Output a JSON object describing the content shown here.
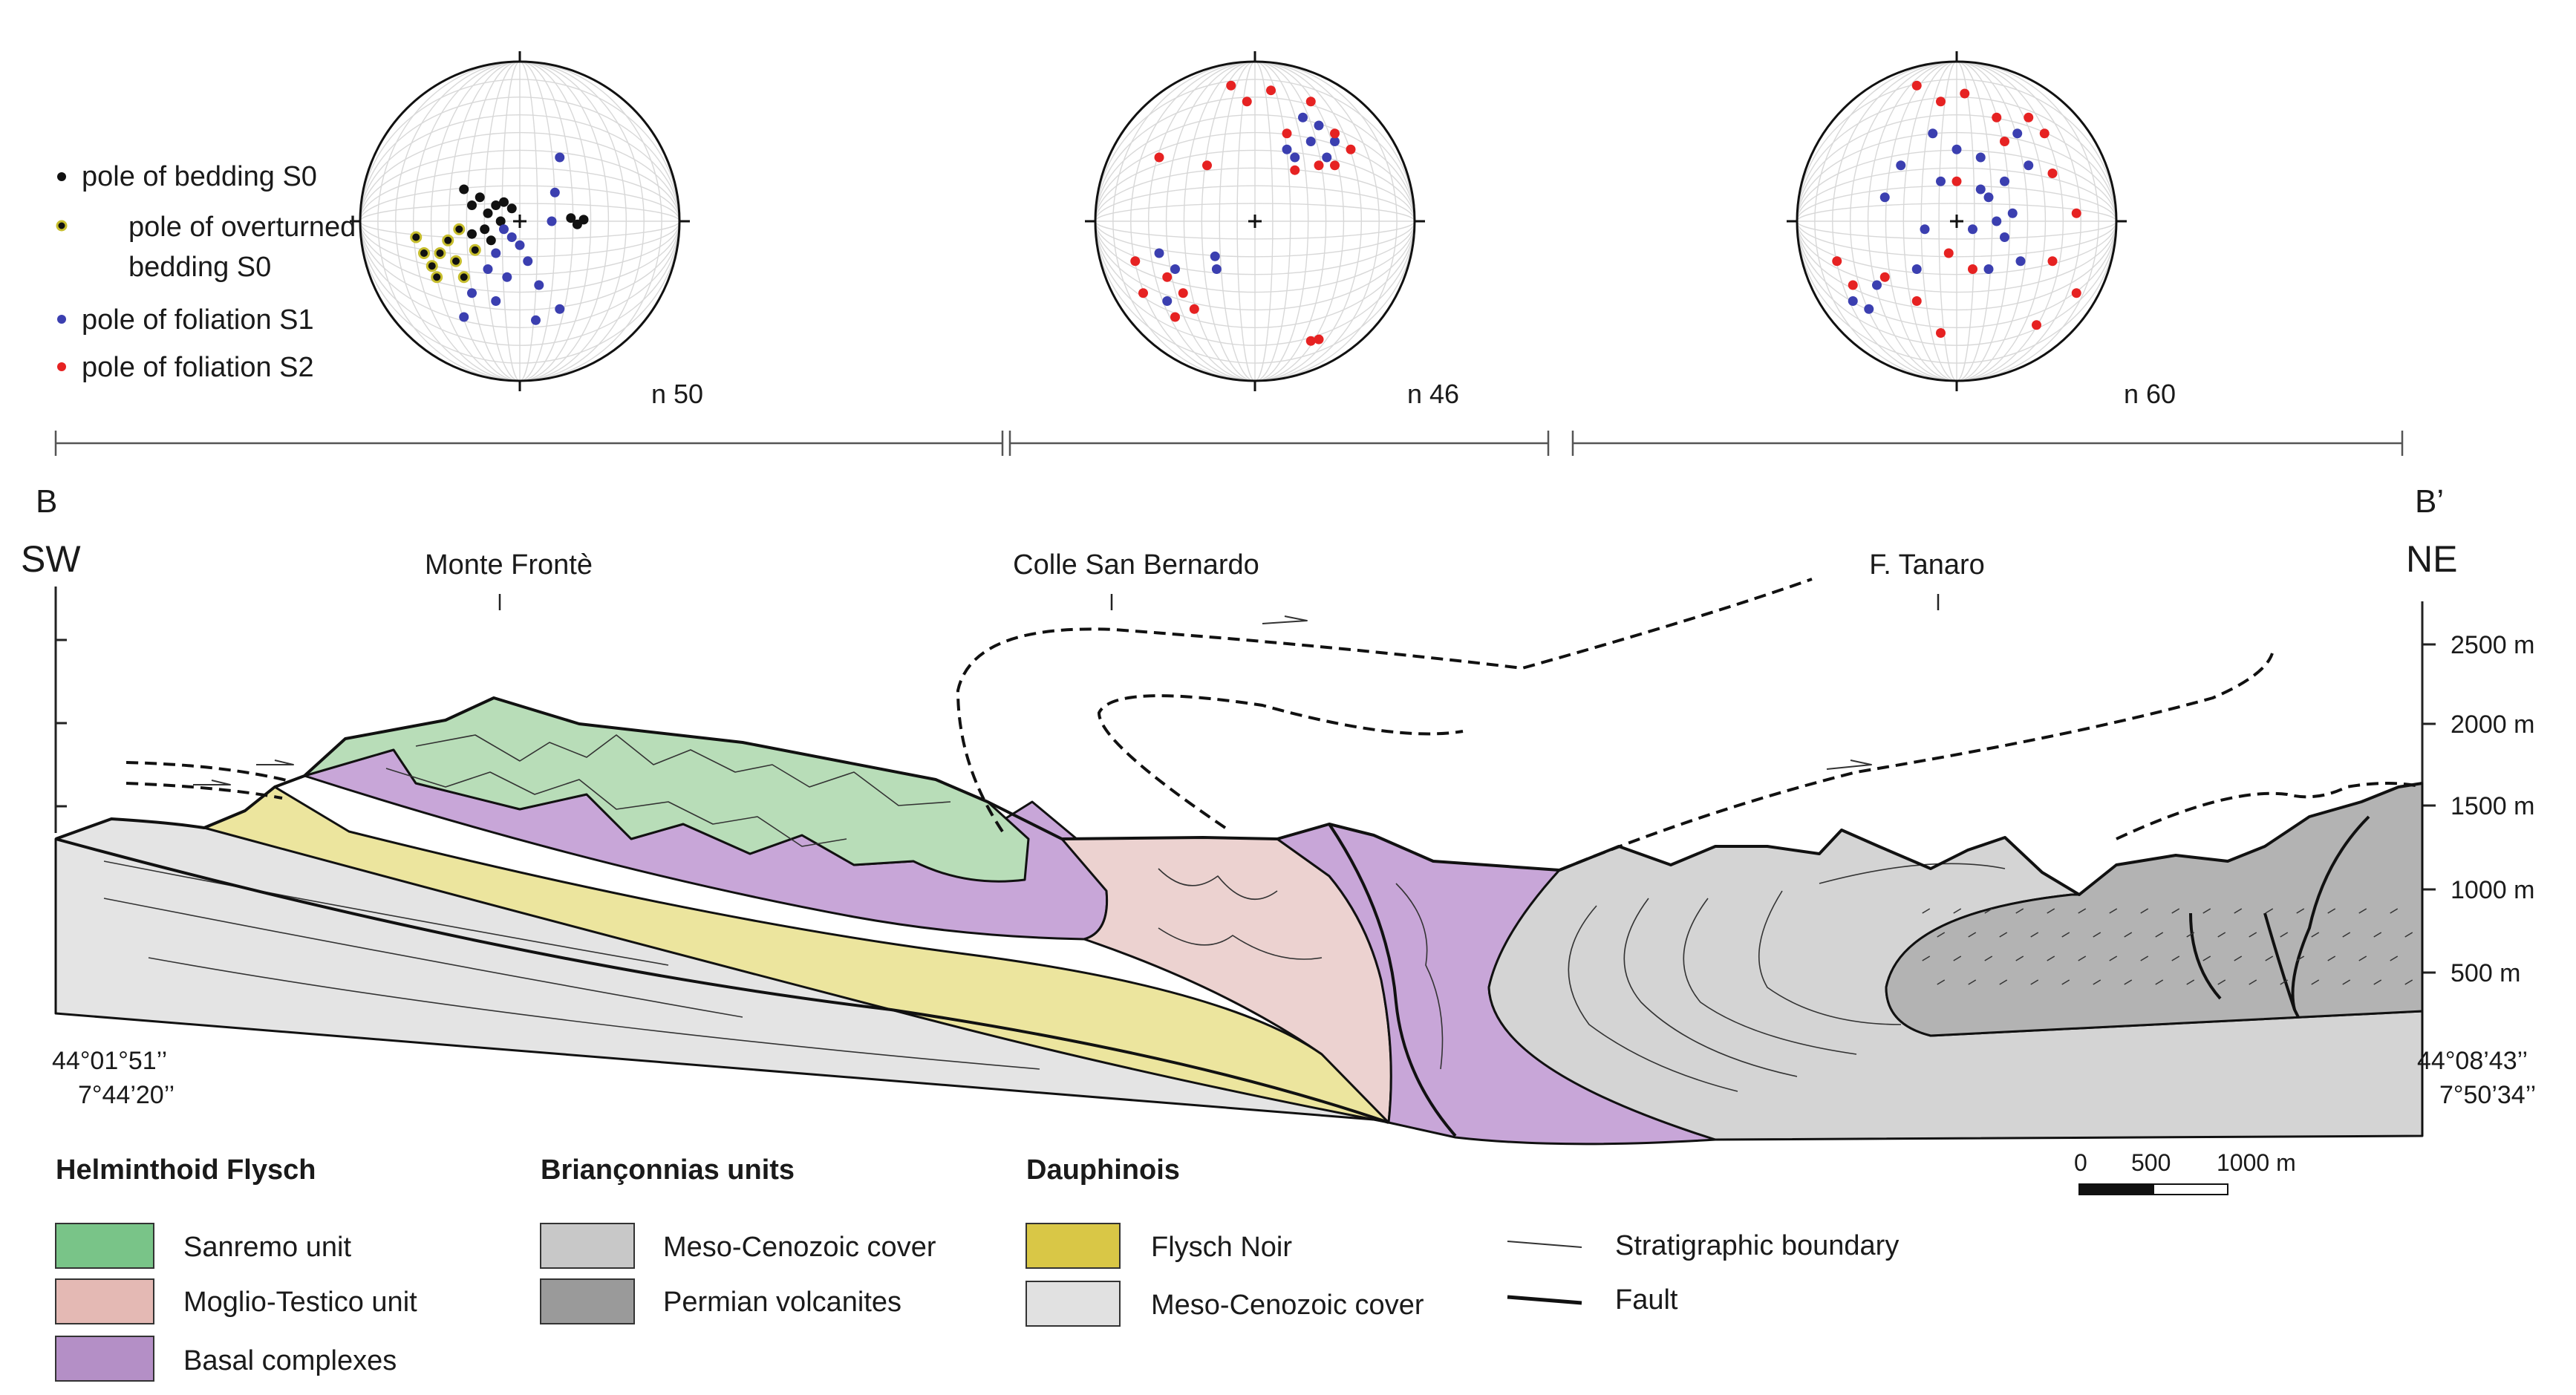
{
  "stereonets": {
    "legend": {
      "bedding": "pole of bedding S0",
      "overturned_line1": "pole of overturned",
      "overturned_line2": "bedding S0",
      "foliation_s1": "pole of foliation S1",
      "foliation_s2": "pole of foliation S2"
    },
    "counts": [
      "n 50",
      "n 46",
      "n 60"
    ],
    "colors": {
      "bedding": "#111111",
      "overturned_ring": "#c7be2e",
      "s1": "#3b3fb0",
      "s2": "#e62222"
    },
    "net1": {
      "bedding": [
        [
          -0.35,
          -0.2
        ],
        [
          -0.3,
          -0.1
        ],
        [
          -0.25,
          -0.15
        ],
        [
          -0.2,
          -0.05
        ],
        [
          -0.15,
          -0.1
        ],
        [
          -0.1,
          -0.12
        ],
        [
          -0.05,
          -0.08
        ],
        [
          -0.12,
          0.0
        ],
        [
          -0.22,
          0.05
        ],
        [
          0.32,
          -0.02
        ],
        [
          0.36,
          0.02
        ],
        [
          0.4,
          -0.01
        ],
        [
          -0.3,
          0.08
        ],
        [
          -0.18,
          0.12
        ]
      ],
      "overturned": [
        [
          -0.65,
          0.1
        ],
        [
          -0.6,
          0.2
        ],
        [
          -0.55,
          0.28
        ],
        [
          -0.5,
          0.2
        ],
        [
          -0.45,
          0.12
        ],
        [
          -0.4,
          0.25
        ],
        [
          -0.35,
          0.35
        ],
        [
          -0.38,
          0.05
        ],
        [
          -0.52,
          0.35
        ],
        [
          -0.28,
          0.18
        ]
      ],
      "s1": [
        [
          -0.1,
          0.05
        ],
        [
          -0.05,
          0.1
        ],
        [
          0.0,
          0.15
        ],
        [
          -0.15,
          0.2
        ],
        [
          -0.2,
          0.3
        ],
        [
          -0.3,
          0.45
        ],
        [
          -0.35,
          0.6
        ],
        [
          -0.15,
          0.5
        ],
        [
          0.12,
          0.4
        ],
        [
          0.25,
          0.55
        ],
        [
          0.1,
          0.62
        ],
        [
          0.2,
          0.0
        ],
        [
          0.22,
          -0.18
        ],
        [
          0.25,
          -0.4
        ],
        [
          0.05,
          0.25
        ],
        [
          -0.08,
          0.35
        ]
      ]
    },
    "net2": {
      "s2": [
        [
          -0.15,
          -0.85
        ],
        [
          -0.05,
          -0.75
        ],
        [
          0.1,
          -0.82
        ],
        [
          0.35,
          -0.75
        ],
        [
          0.5,
          -0.55
        ],
        [
          0.6,
          -0.45
        ],
        [
          0.4,
          -0.35
        ],
        [
          0.25,
          -0.32
        ],
        [
          -0.3,
          -0.35
        ],
        [
          -0.6,
          -0.4
        ],
        [
          -0.75,
          0.25
        ],
        [
          -0.7,
          0.45
        ],
        [
          -0.55,
          0.35
        ],
        [
          -0.45,
          0.45
        ],
        [
          -0.38,
          0.55
        ],
        [
          -0.5,
          0.6
        ],
        [
          0.35,
          0.75
        ],
        [
          0.4,
          0.74
        ],
        [
          0.2,
          -0.55
        ],
        [
          0.5,
          -0.35
        ]
      ],
      "s1": [
        [
          0.3,
          -0.65
        ],
        [
          0.35,
          -0.5
        ],
        [
          0.45,
          -0.4
        ],
        [
          0.25,
          -0.4
        ],
        [
          -0.6,
          0.2
        ],
        [
          -0.5,
          0.3
        ],
        [
          -0.55,
          0.5
        ],
        [
          -0.25,
          0.22
        ],
        [
          -0.24,
          0.3
        ],
        [
          0.4,
          -0.6
        ],
        [
          0.2,
          -0.45
        ],
        [
          0.5,
          -0.5
        ]
      ]
    },
    "net3": {
      "s2": [
        [
          -0.25,
          -0.85
        ],
        [
          -0.1,
          -0.75
        ],
        [
          0.05,
          -0.8
        ],
        [
          0.25,
          -0.65
        ],
        [
          0.3,
          -0.5
        ],
        [
          0.45,
          -0.65
        ],
        [
          0.55,
          -0.55
        ],
        [
          0.6,
          -0.3
        ],
        [
          0.75,
          -0.05
        ],
        [
          0.6,
          0.25
        ],
        [
          0.5,
          0.65
        ],
        [
          0.75,
          0.45
        ],
        [
          -0.75,
          0.25
        ],
        [
          -0.65,
          0.4
        ],
        [
          -0.45,
          0.35
        ],
        [
          -0.25,
          0.5
        ],
        [
          0.1,
          0.3
        ],
        [
          0.0,
          -0.25
        ],
        [
          -0.05,
          0.2
        ],
        [
          -0.1,
          0.7
        ]
      ],
      "s1": [
        [
          -0.15,
          -0.55
        ],
        [
          -0.35,
          -0.35
        ],
        [
          -0.1,
          -0.25
        ],
        [
          0.15,
          -0.2
        ],
        [
          0.2,
          -0.15
        ],
        [
          0.25,
          0.0
        ],
        [
          0.1,
          0.05
        ],
        [
          0.3,
          0.1
        ],
        [
          0.4,
          0.25
        ],
        [
          0.45,
          -0.35
        ],
        [
          0.35,
          -0.05
        ],
        [
          -0.2,
          0.05
        ],
        [
          -0.5,
          0.4
        ],
        [
          -0.55,
          0.55
        ],
        [
          -0.65,
          0.5
        ],
        [
          -0.25,
          0.3
        ],
        [
          0.15,
          -0.4
        ],
        [
          0.3,
          -0.25
        ],
        [
          0.38,
          -0.55
        ],
        [
          0.0,
          -0.45
        ],
        [
          -0.45,
          -0.15
        ],
        [
          0.2,
          0.3
        ]
      ]
    }
  },
  "section": {
    "start_letter": "B",
    "end_letter": "B’",
    "direction_left": "SW",
    "direction_right": "NE",
    "places": [
      "Monte Frontè",
      "Colle San Bernardo",
      "F. Tanaro"
    ],
    "elevations": [
      "2500 m",
      "2000 m",
      "1500 m",
      "1000 m",
      "500 m"
    ],
    "coord_left_lat": "44°01°51’’",
    "coord_left_lon": "7°44’20’’",
    "coord_right_lat": "44°08’43’’",
    "coord_right_lon": "7°50’34’’"
  },
  "legend": {
    "helminthoid": {
      "title": "Helminthoid Flysch",
      "items": [
        {
          "label": "Sanremo unit",
          "color": "#79c488"
        },
        {
          "label": "Moglio-Testico unit",
          "color": "#e4b9b4"
        },
        {
          "label": "Basal complexes",
          "color": "#b48fc6"
        }
      ]
    },
    "brianconnais": {
      "title": "Briançonnias units",
      "items": [
        {
          "label": "Meso-Cenozoic cover",
          "color": "#c8c8c8"
        },
        {
          "label": "Permian volcanites",
          "color": "#9a9a9a"
        }
      ]
    },
    "dauphinois": {
      "title": "Dauphinois",
      "items": [
        {
          "label": "Flysch Noir",
          "color": "#d9c746"
        },
        {
          "label": "Meso-Cenozoic cover",
          "color": "#e1e1e1"
        }
      ]
    },
    "lines": {
      "stratigraphic": "Stratigraphic boundary",
      "fault": "Fault"
    }
  },
  "scale_bar": {
    "ticks": [
      "0",
      "500",
      "1000 m"
    ]
  },
  "fills": {
    "sanremo_section": "#b8ddb8",
    "moglio_section": "#ecd2d0",
    "basal_section": "#c8a6d8",
    "flysch_noir_section": "#ece59e",
    "dauphinois_cover_section": "#e4e4e4",
    "brianc_cover_section": "#d4d4d4",
    "permian_section": "#b3b3b3"
  }
}
